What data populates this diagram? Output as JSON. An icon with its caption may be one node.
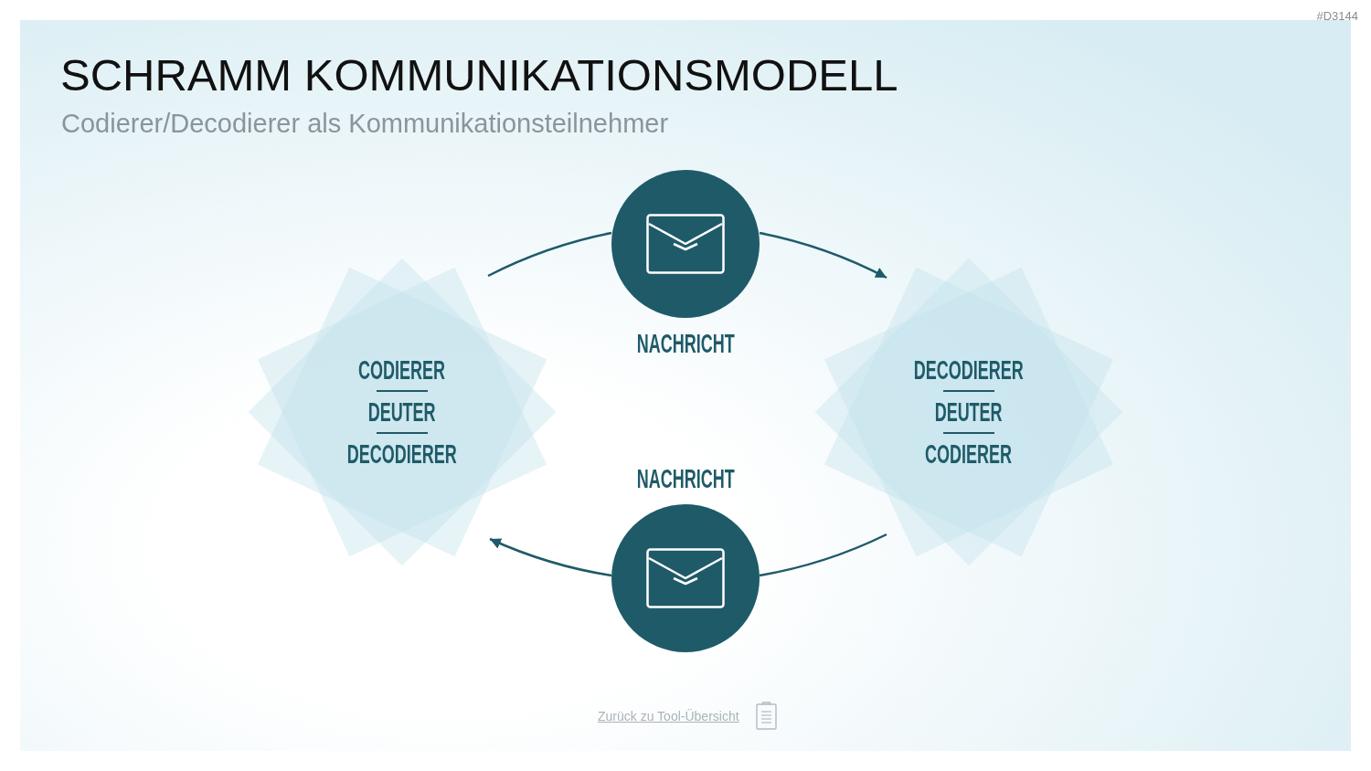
{
  "diagram": {
    "title": "SCHRAMM KOMMUNIKATIONSMODELL",
    "nodes": [
      {
        "text": [
          "CODIERER",
          "DEUTER",
          "DECODIERER"
        ]
      },
      {
        "text": [
          "NACHRICHT"
        ]
      },
      {
        "text": [
          "DECODIERER",
          "DEUTER",
          "CODIERER"
        ]
      },
      {
        "text": [
          "NACHRICHT"
        ]
      }
    ],
    "edges": [
      {
        "from": 0,
        "to": 1,
        "arrow": "none"
      },
      {
        "from": 1,
        "to": 2,
        "arrow": "to"
      },
      {
        "from": 2,
        "to": 3,
        "arrow": "none"
      },
      {
        "from": 3,
        "to": 0,
        "arrow": "to"
      }
    ],
    "labels": [
      "#D3144",
      "Codierer/Decodierer als Kommunikationsteilnehmer",
      "Zurück zu Tool-Übersicht"
    ]
  }
}
